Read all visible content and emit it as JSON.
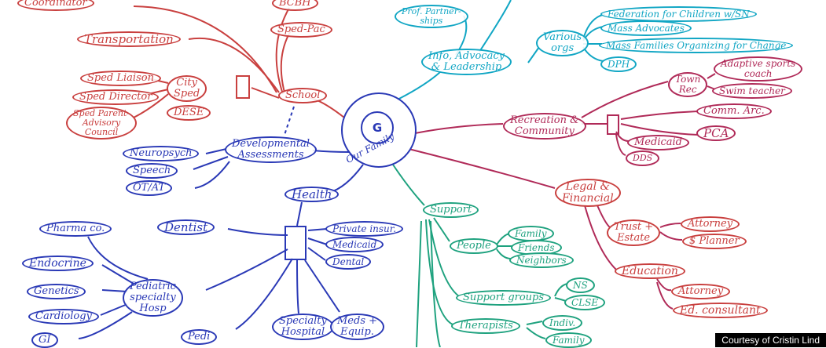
{
  "center": {
    "letter": "G",
    "label": "Our Family"
  },
  "nodes": {
    "coordinator": "Coordinator",
    "bcbh": "BCBH",
    "sped_pac": "Sped-Pac",
    "transportation": "Transportation",
    "sped_liaison": "Sped Liaison",
    "sped_director": "Sped Director",
    "sped_parent": "Sped Parent-\nAdvisory\nCouncil",
    "city_sped": "City\nSped",
    "dese": "DESE",
    "school": "School",
    "prof_partnerships": "Prof. Partner-\nships",
    "info_advocacy": "Info, Advocacy\n& Leadership",
    "various_orgs": "Various\norgs",
    "federation": "Federation for Children w/SN",
    "mass_advocates": "Mass Advocates",
    "mass_families": "Mass Families Organizing for Change",
    "dph": "DPH",
    "town_rec": "Town\nRec",
    "adaptive_sports": "Adaptive sports\ncoach",
    "swim_teacher": "Swim teacher",
    "recreation": "Recreation &\nCommunity",
    "comm_arc": "Comm. Arc.",
    "pca": "PCA",
    "medicaid_rec": "Medicaid",
    "dds": "DDS",
    "neuropsych": "Neuropsych",
    "speech": "Speech",
    "ot_at": "OT/AT",
    "dev_assessments": "Developmental\nAssessments",
    "health": "Health",
    "legal_financial": "Legal &\nFinancial",
    "trust_estate": "Trust +\nEstate",
    "attorney_1": "Attorney",
    "planner": "$ Planner",
    "education": "Education",
    "attorney_2": "Attorney",
    "ed_consultant": "Ed. consultant",
    "support": "Support",
    "people": "People",
    "family_people": "Family",
    "friends": "Friends",
    "neighbors": "Neighbors",
    "support_groups": "Support groups",
    "ns": "NS",
    "clse": "CLSE",
    "therapists": "Therapists",
    "indiv": "Indiv.",
    "family_ther": "Family",
    "pharma": "Pharma co.",
    "dentist": "Dentist",
    "private_insur": "Private insur.",
    "medicaid_health": "Medicaid",
    "dental": "Dental",
    "endocrine": "Endocrine",
    "genetics": "Genetics",
    "cardiology": "Cardiology",
    "gi": "GI",
    "pediatric_specialty": "Pediatric\nspecialty\nHosp",
    "pedi": "Pedi",
    "specialty_hospital": "Specialty\nHospital",
    "meds_equip": "Meds +\nEquip."
  },
  "credit": "Courtesy of Cristin Lind",
  "colors": {
    "school": "#c9403f",
    "health": "#2a39b6",
    "info": "#11a6c4",
    "support": "#1fa27f",
    "recreation": "#b02a58"
  }
}
